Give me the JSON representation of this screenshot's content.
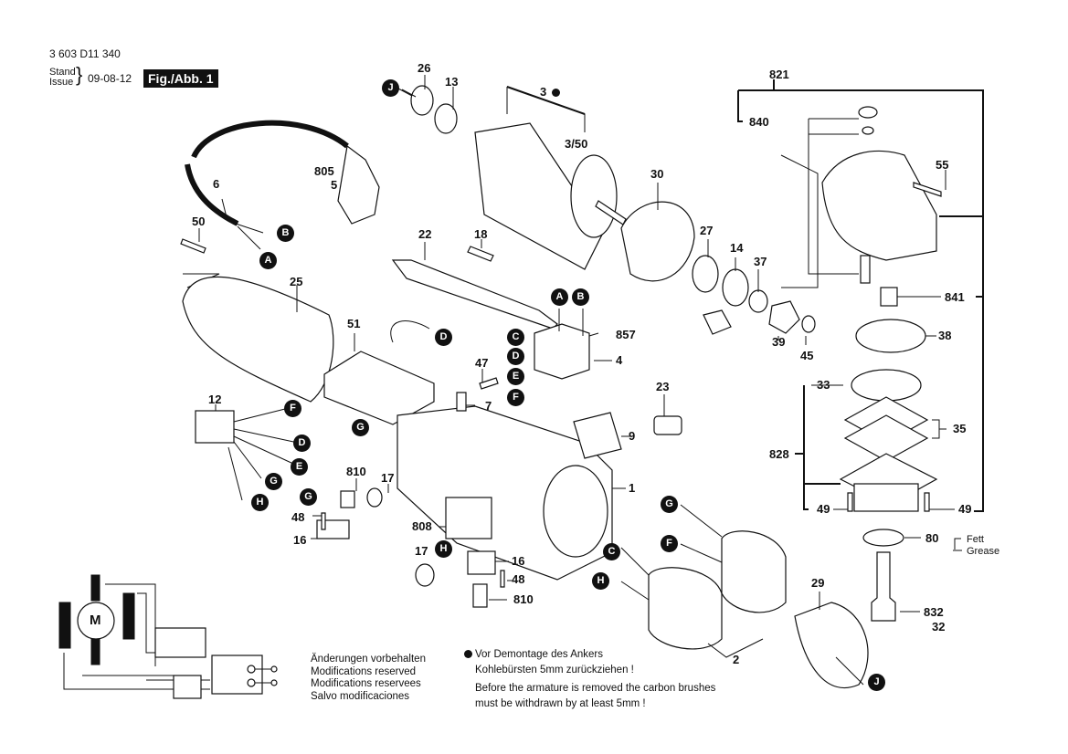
{
  "header": {
    "part_number": "3 603 D11 340",
    "stand_label": "Stand",
    "issue_label": "Issue",
    "brace": "}",
    "date": "09-08-12",
    "figure_label": "Fig./Abb. 1"
  },
  "part_labels": {
    "p26": "26",
    "p13": "13",
    "p3": "3",
    "p3_50": "3/50",
    "p30": "30",
    "p805": "805",
    "p5": "5",
    "p6": "6",
    "p50": "50",
    "p25": "25",
    "p22": "22",
    "p18": "18",
    "p27": "27",
    "p14": "14",
    "p37": "37",
    "p39": "39",
    "p45": "45",
    "p857": "857",
    "p4": "4",
    "p51": "51",
    "p47": "47",
    "p7": "7",
    "p23": "23",
    "p9": "9",
    "p1": "1",
    "p12": "12",
    "p810a": "810",
    "p17a": "17",
    "p48a": "48",
    "p16a": "16",
    "p808": "808",
    "p17b": "17",
    "p16b": "16",
    "p48b": "48",
    "p810b": "810",
    "p2": "2",
    "p29": "29",
    "p821": "821",
    "p840": "840",
    "p55": "55",
    "p841": "841",
    "p38": "38",
    "p33": "33",
    "p35": "35",
    "p828": "828",
    "p49a": "49",
    "p49b": "49",
    "p80": "80",
    "p832": "832",
    "p32": "32"
  },
  "connector_markers": {
    "J_top": "J",
    "B_cord": "B",
    "A_cord": "A",
    "A_switch": "A",
    "B_switch": "B",
    "C_switch": "C",
    "D_switch": "D",
    "E_switch": "E",
    "F_switch": "F",
    "D_51": "D",
    "G_51": "G",
    "F_12": "F",
    "D_12": "D",
    "E_12": "E",
    "G_12": "G",
    "H_12": "H",
    "G_brush": "G",
    "H_brush": "H",
    "G_field": "G",
    "F_field": "F",
    "C_field": "C",
    "H_field": "H",
    "J_guard": "J"
  },
  "wiring_diagram": {
    "motor_label": "M"
  },
  "grease_note": {
    "de": "Fett",
    "en": "Grease"
  },
  "modifications_note": [
    "Änderungen vorbehalten",
    "Modifications reserved",
    "Modifications reservees",
    "Salvo modificaciones"
  ],
  "armature_note": {
    "line1": "Vor Demontage des Ankers",
    "line2": "Kohlebürsten 5mm zurückziehen !",
    "line3": "Before the armature is removed the carbon brushes",
    "line4": "must be withdrawn by at least 5mm !"
  }
}
